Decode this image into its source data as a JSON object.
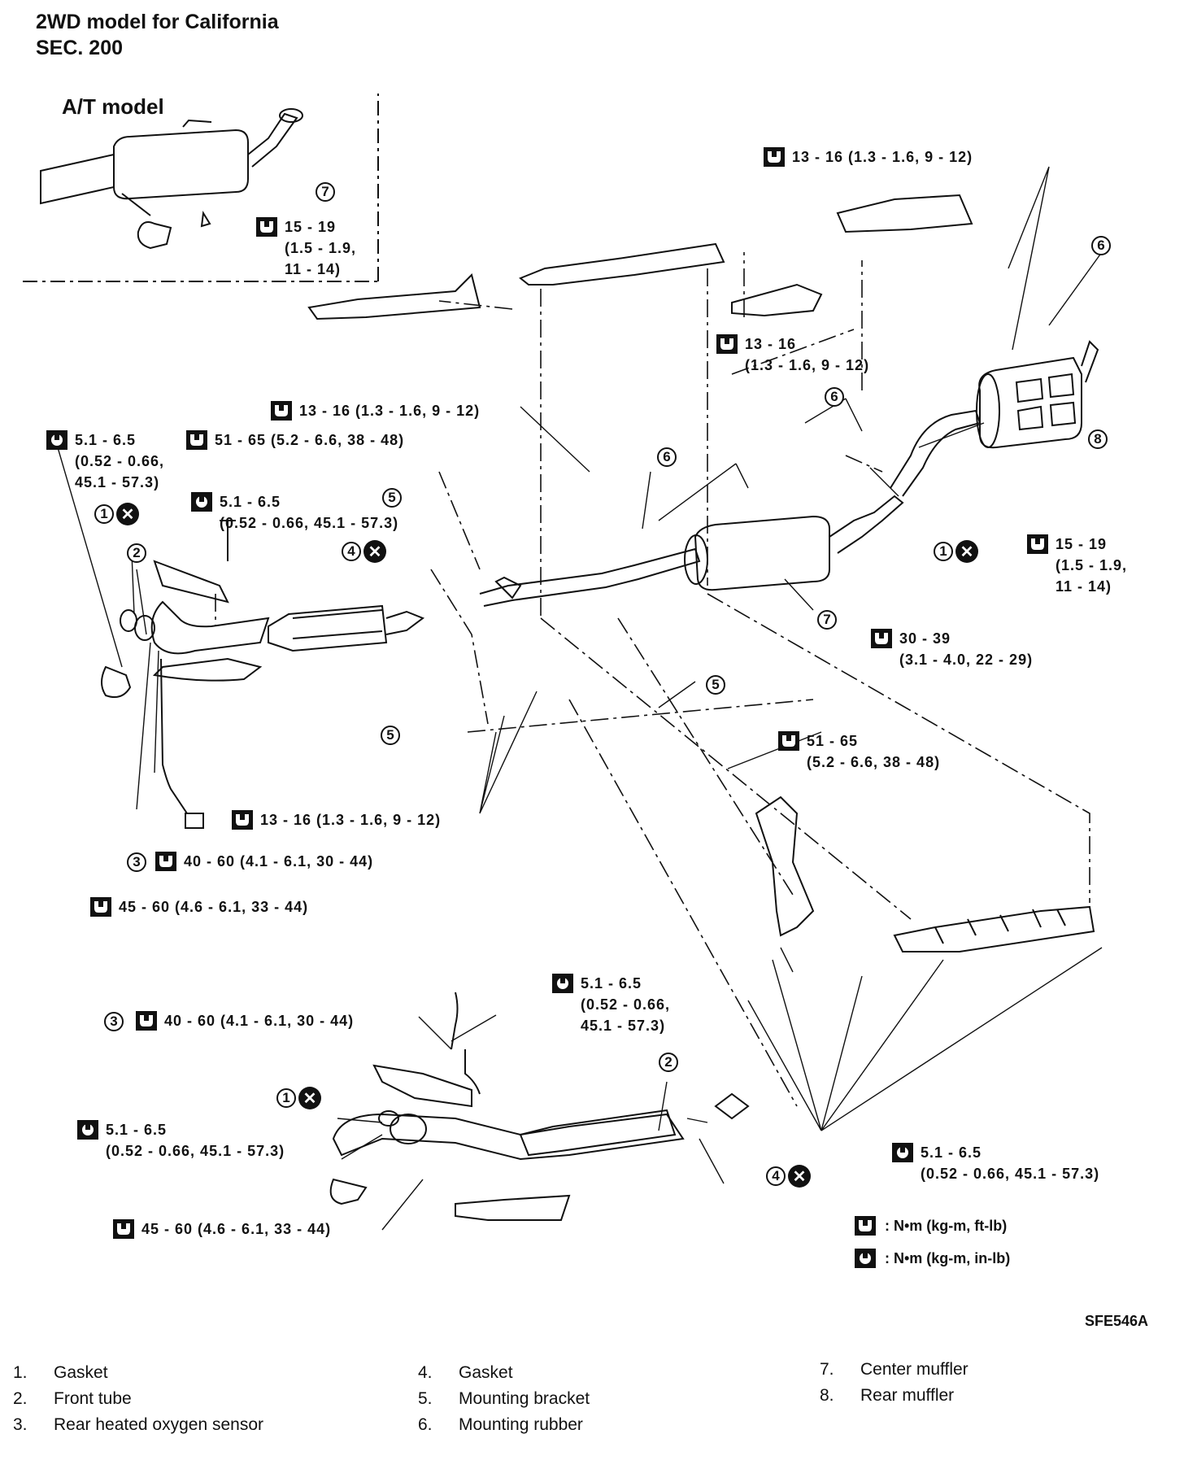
{
  "header": {
    "title_line1": "2WD model for California",
    "title_line2": "SEC. 200",
    "inset_title": "A/T model"
  },
  "torque_labels": {
    "t_top_right": "13 - 16 (1.3 - 1.6, 9 - 12)",
    "t_inset": "15 - 19\n(1.5 - 1.9,\n11 - 14)",
    "t_mid_bracket": "13 - 16\n(1.3 - 1.6, 9 - 12)",
    "t_mid_left": "13 - 16 (1.3 - 1.6, 9 - 12)",
    "t_left_inlb": "5.1 - 6.5\n(0.52 - 0.66,\n45.1 - 57.3)",
    "t_left_51": "51 - 65 (5.2 - 6.6, 38 - 48)",
    "t_left_sensor": "5.1 - 6.5\n(0.52 - 0.66, 45.1 - 57.3)",
    "t_rear_15": "15 - 19\n(1.5 - 1.9,\n11 - 14)",
    "t_30": "30 - 39\n(3.1 - 4.0, 22 - 29)",
    "t_51_right": "51 - 65\n(5.2 - 6.6, 38 - 48)",
    "t_center_bottom": "13 - 16 (1.3 - 1.6, 9 - 12)",
    "t_40_upper": "40 - 60 (4.1 - 6.1, 30 - 44)",
    "t_45_upper": "45 - 60 (4.6 - 6.1, 33 - 44)",
    "t_sensor_lower": "5.1 - 6.5\n(0.52 - 0.66,\n45.1 - 57.3)",
    "t_40_lower": "40 - 60 (4.1 - 6.1, 30 - 44)",
    "t_lower_left_inlb": "5.1 - 6.5\n(0.52 - 0.66, 45.1 - 57.3)",
    "t_45_lower": "45 - 60 (4.6 - 6.1, 33 - 44)",
    "t_lower_right_inlb": "5.1 - 6.5\n(0.52 - 0.66, 45.1 - 57.3)"
  },
  "callouts": {
    "c7_inset": "7",
    "c6_top": "6",
    "c6_mid": "6",
    "c6_center": "6",
    "c8": "8",
    "c1_right": "1",
    "c7_center": "7",
    "c5_upper": "5",
    "c4_upper": "4",
    "c1_left": "1",
    "c2_left": "2",
    "c5_lower_left": "5",
    "c5_right": "5",
    "c3_upper": "3",
    "c3_lower": "3",
    "c2_lower": "2",
    "c1_lower": "1",
    "c4_lower": "4"
  },
  "legend": {
    "ft_lb": ": N•m (kg-m, ft-lb)",
    "in_lb": ": N•m (kg-m, in-lb)"
  },
  "figure_code": "SFE546A",
  "parts_list": [
    {
      "num": "1.",
      "name": "Gasket"
    },
    {
      "num": "2.",
      "name": "Front tube"
    },
    {
      "num": "3.",
      "name": "Rear heated oxygen sensor"
    },
    {
      "num": "4.",
      "name": "Gasket"
    },
    {
      "num": "5.",
      "name": "Mounting bracket"
    },
    {
      "num": "6.",
      "name": "Mounting rubber"
    },
    {
      "num": "7.",
      "name": "Center muffler"
    },
    {
      "num": "8.",
      "name": "Rear muffler"
    }
  ]
}
